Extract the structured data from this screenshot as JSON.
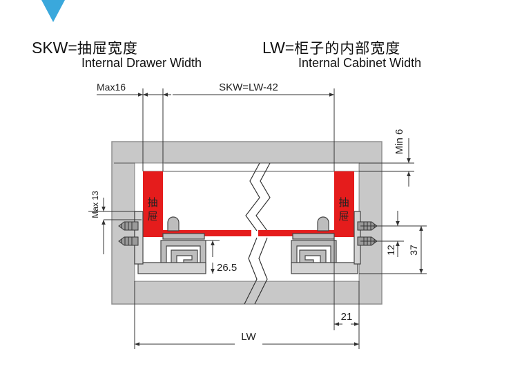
{
  "legend": {
    "skw": {
      "code": "SKW=",
      "cn": "抽屉宽度",
      "en": "Internal Drawer Width"
    },
    "lw": {
      "code": "LW=",
      "cn": "柜子的内部宽度",
      "en": "Internal Cabinet Width"
    }
  },
  "dimensions": {
    "max16": "Max16",
    "skw_formula": "SKW=LW-42",
    "min6": "Min 6",
    "max13": "Max 13",
    "d26_5": "26.5",
    "d12": "12",
    "d37": "37",
    "d21": "21",
    "lw": "LW"
  },
  "panel_label": {
    "char1": "抽",
    "char2": "屉"
  },
  "colors": {
    "cabinet": "#c8c8c8",
    "drawer": "#e51c1c",
    "marker": "#3aa8dc",
    "rail": "#bdbdbd"
  }
}
